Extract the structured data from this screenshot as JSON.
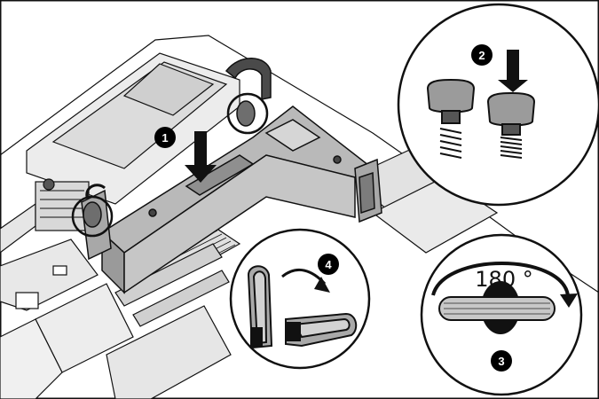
{
  "figure": {
    "steps": [
      {
        "number": "1",
        "action": "press-down"
      },
      {
        "number": "2",
        "action": "press-down"
      },
      {
        "number": "3",
        "action": "rotate"
      },
      {
        "number": "4",
        "action": "flip-latch"
      }
    ],
    "rotation_label": "180 °",
    "colors": {
      "line": "#111111",
      "metal": "#d4d4d4",
      "metal_dark": "#8c8c8c",
      "badge": "#000000",
      "background": "#ffffff"
    },
    "icons": [
      "down-arrow-icon",
      "curved-arrow-icon",
      "thumbscrew-icon",
      "spring-icon",
      "latch-icon"
    ]
  }
}
